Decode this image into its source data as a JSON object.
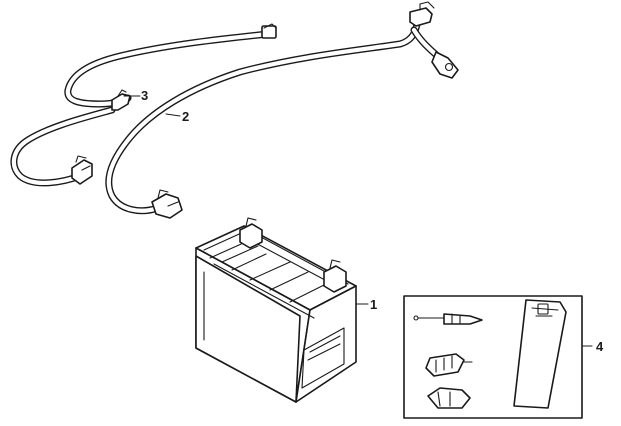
{
  "callouts": [
    {
      "id": "battery",
      "label": "1"
    },
    {
      "id": "main-harness",
      "label": "2"
    },
    {
      "id": "sub-harness",
      "label": "3"
    },
    {
      "id": "tool-kit",
      "label": "4"
    }
  ]
}
